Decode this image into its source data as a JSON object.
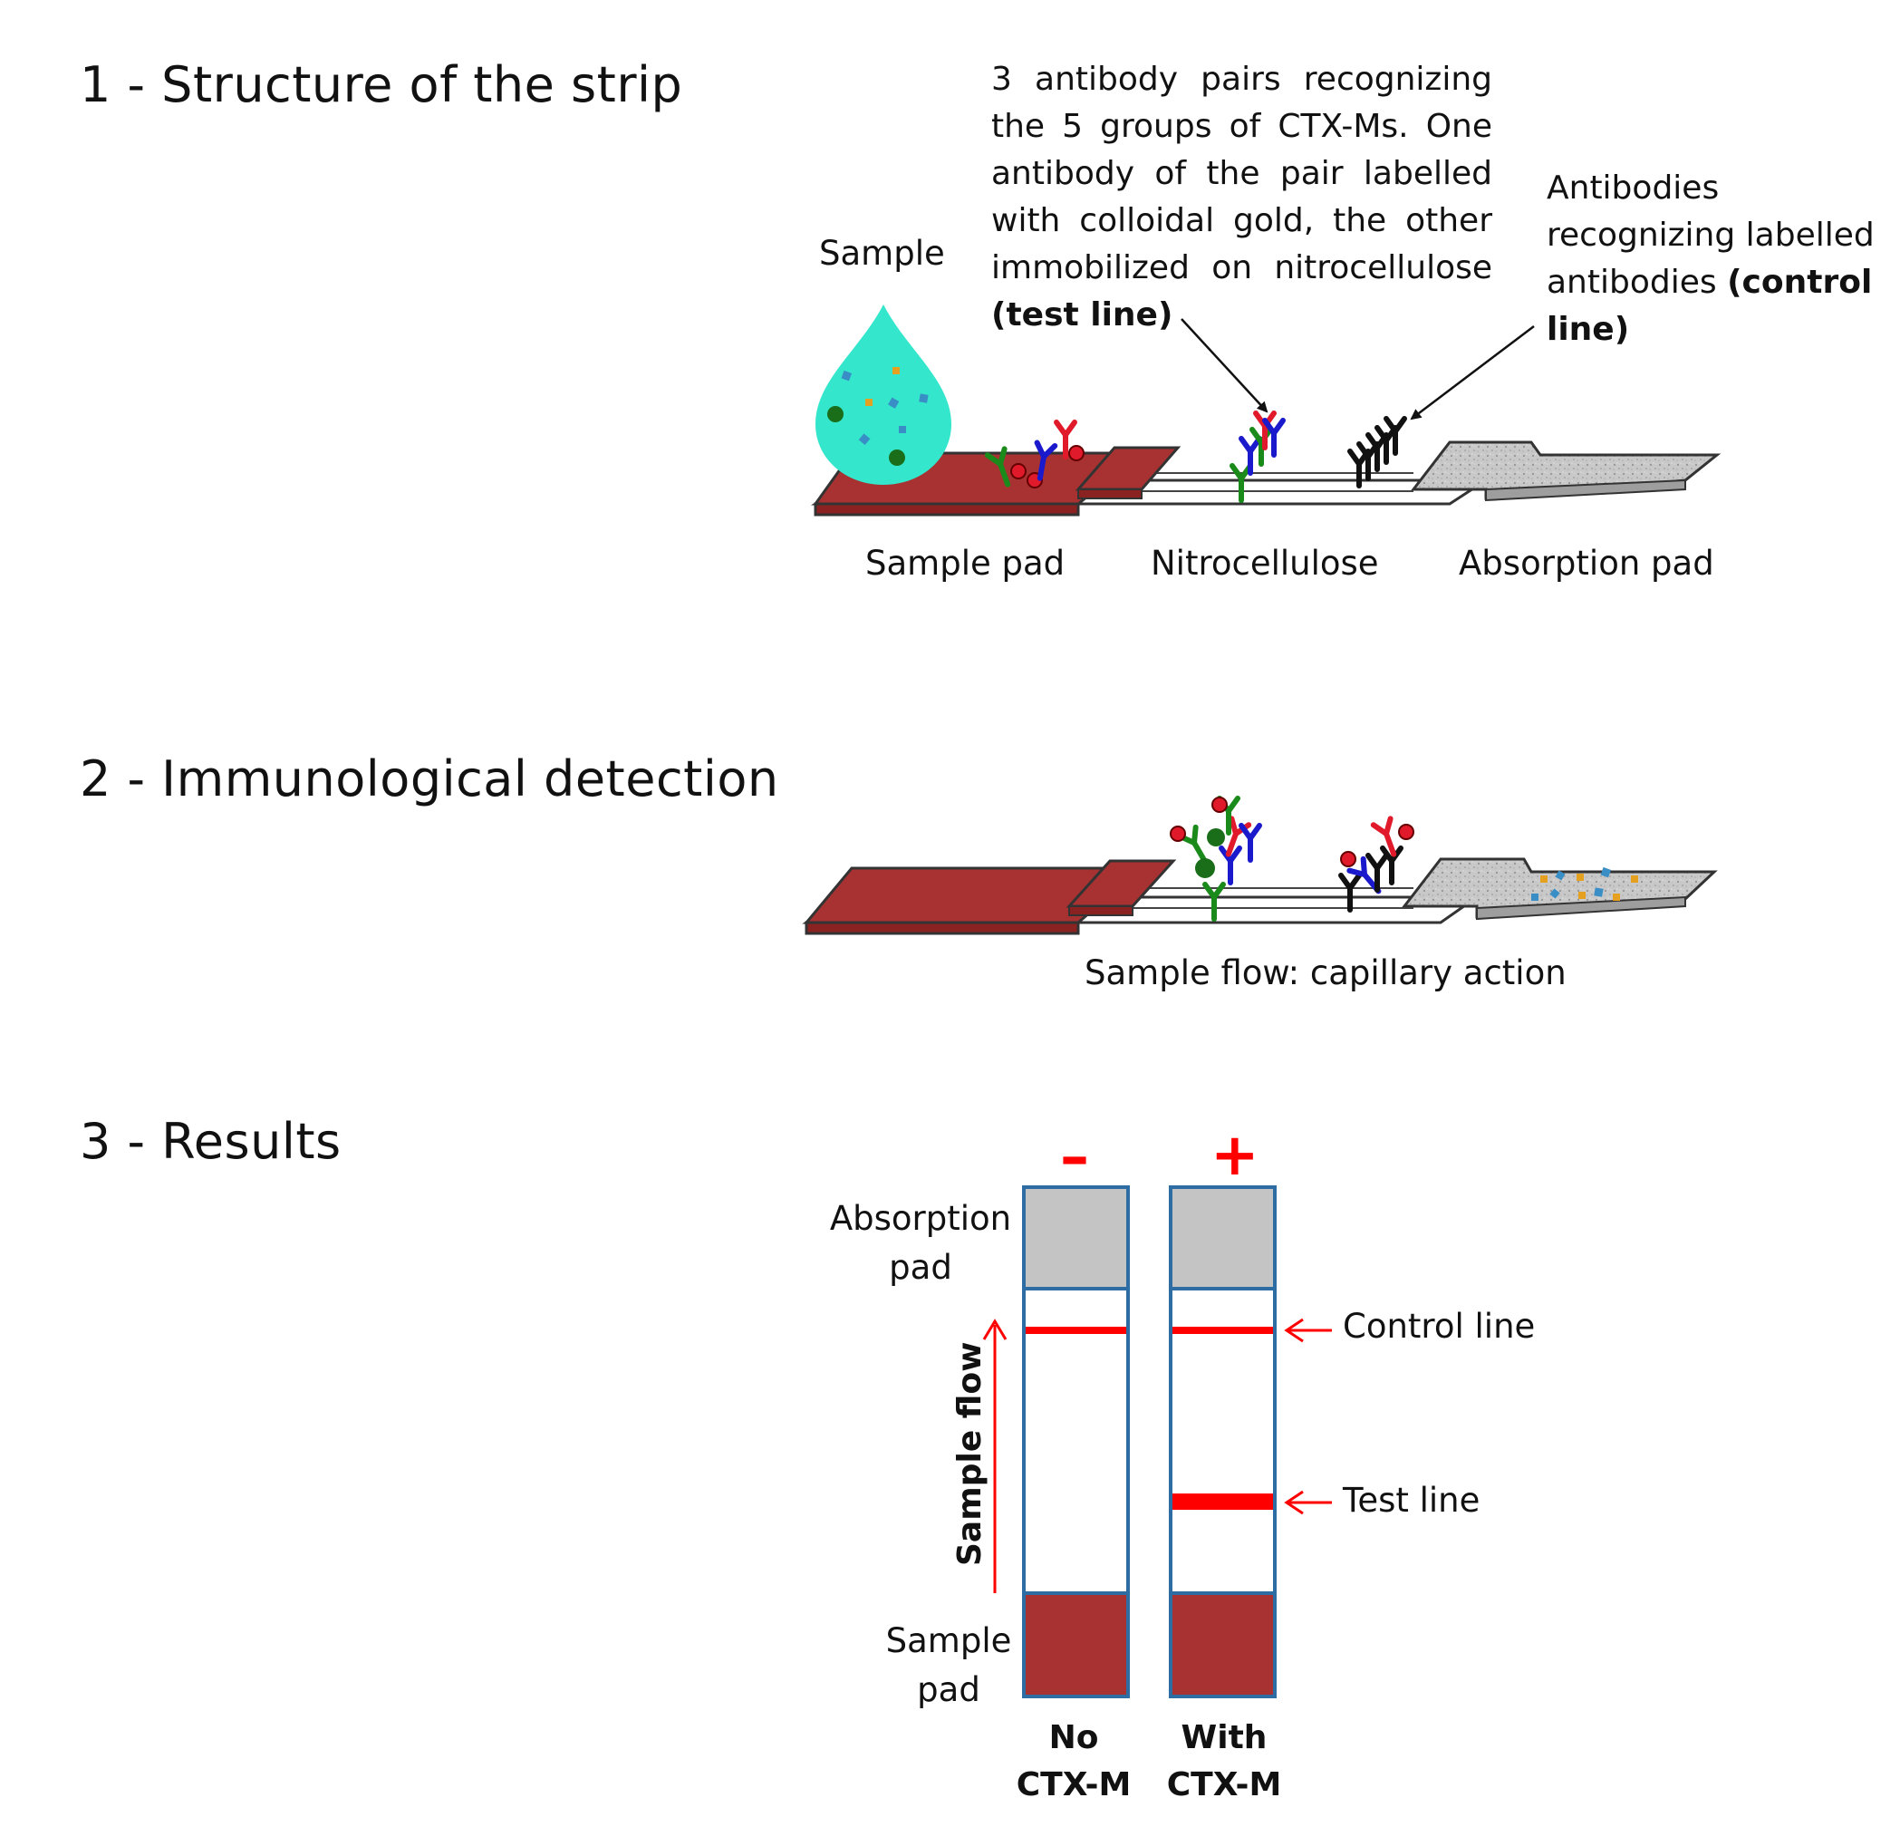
{
  "section1": {
    "heading": "1 - Structure of the strip",
    "sample_label": "Sample",
    "test_annotation": "3 antibody pairs recognizing the 5 groups of CTX-Ms. One antibody of the pair labelled with colloidal gold, the other immobilized on nitrocellulose",
    "test_annotation_bold": "(test line)",
    "control_annotation": "Antibodies recognizing labelled antibodies",
    "control_annotation_bold": "(control line)",
    "sample_pad_label": "Sample pad",
    "nitrocellulose_label": "Nitrocellulose",
    "absorption_pad_label": "Absorption pad"
  },
  "section2": {
    "heading": "2 - Immunological detection",
    "flow_caption": "Sample flow: capillary action"
  },
  "section3": {
    "heading": "3 - Results",
    "negative_symbol": "–",
    "positive_symbol": "+",
    "absorption_pad_label_line1": "Absorption",
    "absorption_pad_label_line2": "pad",
    "sample_pad_label_line1": "Sample",
    "sample_pad_label_line2": "pad",
    "sample_flow_label": "Sample flow",
    "control_line_label": "Control line",
    "test_line_label": "Test line",
    "negative_caption_line1": "No",
    "negative_caption_line2": "CTX-M",
    "positive_caption_line1": "With",
    "positive_caption_line2": "CTX-M"
  },
  "colors": {
    "sample_pad": "#a83232",
    "absorption_pad": "#c4c4c4",
    "strip_border": "#2e6ca4",
    "line_red": "#ff0000",
    "drop": "#33e6cc",
    "antibody_green": "#1a8a1a",
    "antibody_blue": "#1a1acc",
    "antibody_red": "#e01a2a",
    "antibody_black": "#111111"
  }
}
